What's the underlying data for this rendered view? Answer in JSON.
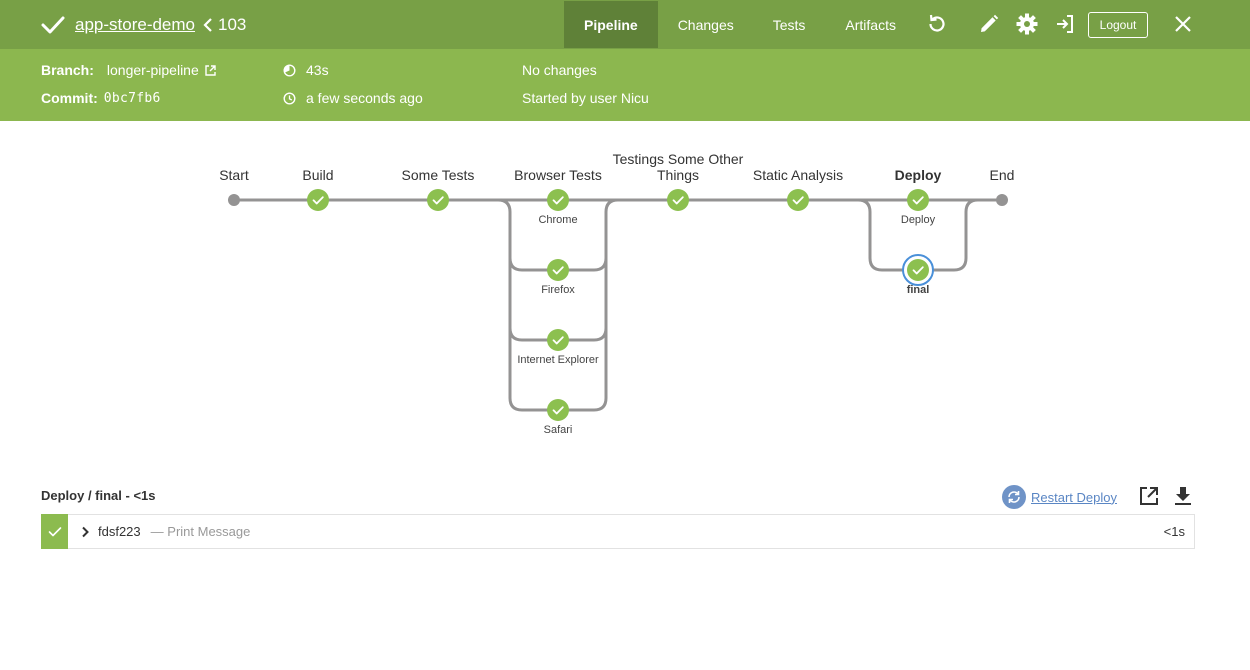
{
  "header": {
    "app_name": "app-store-demo",
    "run_number": "103",
    "tabs": [
      {
        "label": "Pipeline",
        "active": true
      },
      {
        "label": "Changes",
        "active": false
      },
      {
        "label": "Tests",
        "active": false
      },
      {
        "label": "Artifacts",
        "active": false
      }
    ],
    "icons": [
      "rerun-icon",
      "edit-icon",
      "settings-icon",
      "exit-icon"
    ],
    "logout_label": "Logout",
    "close_icon": "close-icon",
    "colors": {
      "bar": "#78a046",
      "active_tab": "#5f8138",
      "info_bar": "#8cb74f"
    }
  },
  "info": {
    "branch_label": "Branch:",
    "branch_value": "longer-pipeline",
    "commit_label": "Commit:",
    "commit_value": "0bc7fb6",
    "duration": "43s",
    "time_ago": "a few seconds ago",
    "changes": "No changes",
    "started_by": "Started by user Nicu"
  },
  "pipeline": {
    "stages": [
      {
        "label": "Start"
      },
      {
        "label": "Build"
      },
      {
        "label": "Some Tests"
      },
      {
        "label": "Browser Tests",
        "branches": [
          "Chrome",
          "Firefox",
          "Internet Explorer",
          "Safari"
        ]
      },
      {
        "label": "Testings Some Other Things"
      },
      {
        "label": "Static Analysis"
      },
      {
        "label": "Deploy",
        "selected": true,
        "branches": [
          "Deploy",
          "final"
        ]
      },
      {
        "label": "End"
      }
    ],
    "colors": {
      "success": "#8cc04f",
      "line": "#949393",
      "selected_ring": "#4a90d9"
    }
  },
  "log": {
    "title": "Deploy / final - <1s",
    "restart_label": "Restart Deploy",
    "steps": [
      {
        "name": "fdsf223",
        "description": "— Print Message",
        "duration": "<1s",
        "status": "success"
      }
    ]
  }
}
